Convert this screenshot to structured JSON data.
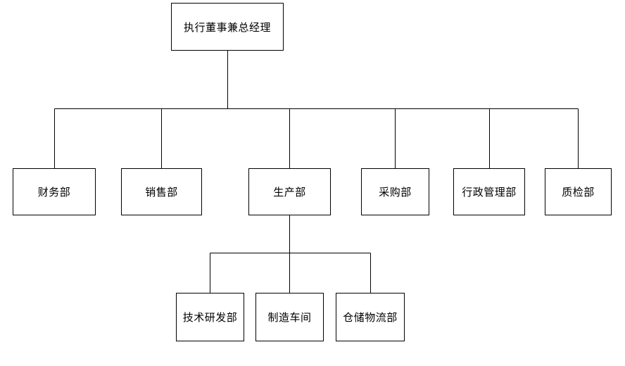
{
  "diagram": {
    "type": "org-chart",
    "root": {
      "label": "执行董事兼总经理"
    },
    "departments": [
      {
        "label": "财务部"
      },
      {
        "label": "销售部"
      },
      {
        "label": "生产部"
      },
      {
        "label": "采购部"
      },
      {
        "label": "行政管理部"
      },
      {
        "label": "质检部"
      }
    ],
    "production_children": [
      {
        "label": "技术研发部"
      },
      {
        "label": "制造车间"
      },
      {
        "label": "仓储物流部"
      }
    ],
    "colors": {
      "background": "#ffffff",
      "box_fill": "#ffffff",
      "box_border": "#000000",
      "line": "#000000",
      "text": "#000000"
    }
  }
}
